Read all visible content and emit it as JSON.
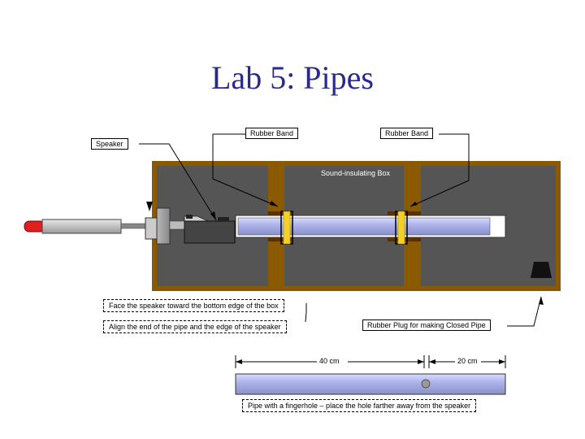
{
  "title": "Lab 5: Pipes",
  "labels": {
    "speaker": "Speaker",
    "rubber_band_left": "Rubber Band",
    "rubber_band_right": "Rubber Band",
    "box": "Sound-insulating Box",
    "face_speaker": "Face the speaker toward the bottom edge of the box",
    "align_pipe": "Align the end of the pipe and the edge of the speaker",
    "rubber_plug": "Rubber Plug for making Closed Pipe",
    "dim_40": "40 cm",
    "dim_20": "20 cm",
    "fingerhole_note": "Pipe with a fingerhole – place the hole farther away from the speaker"
  },
  "colors": {
    "title": "#2a2a8a",
    "box_frame": "#8b5a00",
    "box_interior": "#555555",
    "pipe": "#aab0e8",
    "rubber_band": "#f2d024",
    "speaker_tip": "#e02020"
  }
}
